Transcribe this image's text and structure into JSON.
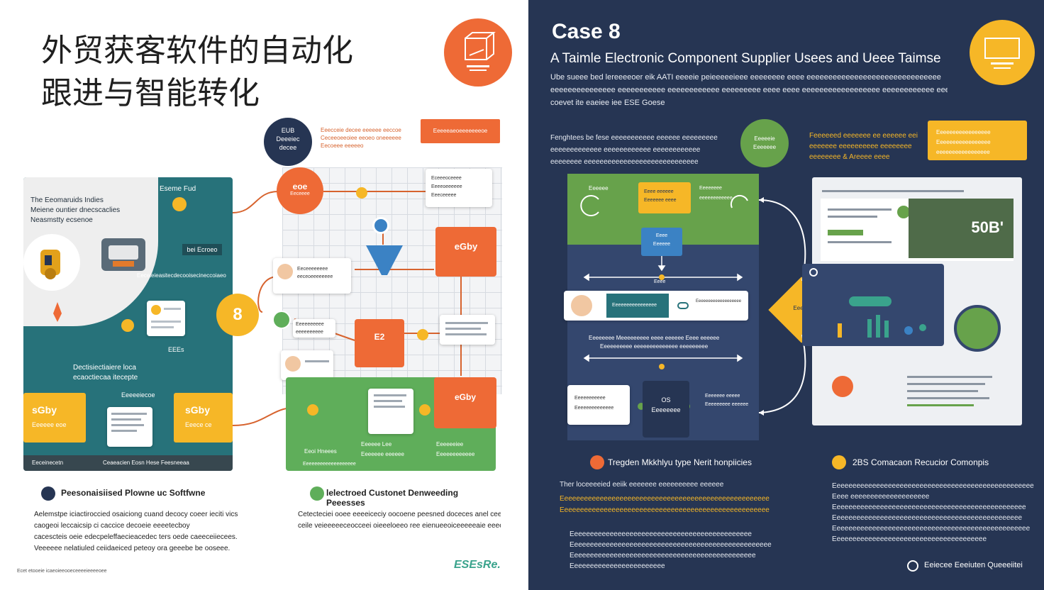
{
  "left": {
    "title_line1": "外贸获客软件的自动化",
    "title_line2": "跟进与智能转化",
    "logo_badge_text": "",
    "teal_card": {
      "intro": "The Eeomaruids Indies\nMeiene ountier dnecscaclies\nNeasmstty ecsenoe",
      "header_label": "Eseme Fud",
      "btn_label": "bei Ecroeo",
      "mid_caption": "Eeceieieasitecdecooisecineccoiaeo",
      "body_caption": "Dectisiectiaiere loca\necaoctiecaa itecepte",
      "node_label": "EEEs",
      "footer_caption": "Eeeeeiecoe",
      "bottom_band": "Eeceinecetn",
      "bottom_band2": "Ceaeacien Eosn Hese Feesneeaa",
      "yellow_left_title": "sGby",
      "yellow_left_sub": "Eeeeee eoe",
      "yellow_right_title": "sGby",
      "yellow_right_sub": "Eeece ce"
    },
    "number_badge": "8",
    "top_navy_badge": "EUB\nDeeeiec\ndecee",
    "top_note": "Eeecceie decee eeeeee eeccoe\nCeceeoeeoiee eeoeo oneeeeee\nEecoeee eeeeeo",
    "top_orange_label": "Eeeeeaeoeeeeeeeoe",
    "orange_circle_label": "eoe",
    "orange_circle_sub": "Eeceeee",
    "right_card_label": "Eceeeoceeee\nEeeeoeeeeee\nEeeceeeee",
    "orange_tile_1": "eGby",
    "orange_tile_2": "E2",
    "orange_tile_3": "eGby",
    "profile_card_1": "Eeceeeeeeee\neeceoeeeeeeee",
    "profile_card_2": "Eeeeeeeeee\neeeeeeeeee",
    "green_panel": {
      "caption_left": "Eeoi Hneees",
      "caption_mid": "Eeeeee Lee\nEeeeeee eeeeee",
      "caption_right": "Eeeeeeiee\nEeeeeeeeeeee",
      "footer": "Eeeeeeeeeeeeeeeeeee"
    },
    "section1_title": "Peesonaisiised Plowne uc Softfwne",
    "section2_title": "lelectroed Custonet Denweeding\nPeeesses",
    "bullets1": [
      "Aelemstpe iciactiroccied osaiciong cuand decocy coeer ieciti vics",
      "caogeoi leccaicsip ci caccice decoeie eeeetecboy",
      "cacescteis oeie edecpeleffaecieacedec ters oede caeeceiiecees.",
      "Veeeeee nelatiuled ceiidaeiced peteoy ora geeebe be ooseee."
    ],
    "bullets2": [
      "Cetecteciei ooee eeeeiceciy oocoene peesned doceces anel ceeieaeeeeeeeeeeeeeeeecieieaeeiee",
      "ceile veieeeeeceocceei oieeeloeeo ree eienueeoiceeeeeaie eeeee eeeeeeeieeeeeeeeeeeeeeeceeeoee"
    ],
    "footnote": "Ecet etooeie icaeoieeooeceeeeieeeeoee",
    "brand_mark": "ESEsRe."
  },
  "right": {
    "case_title": "Case 8",
    "subtitle": "A Taimle Electronic Component Supplier Usees and Ueee Taimse",
    "intro_lines": [
      "Ube sueee bed lereeeeoer eik AATI eeeeie peieeeeeieee eeeeeeee eeee eeeeeeeeeeeeeeeeeeeeeeeeeeeeeee",
      "eeeeeeeeeeeeeee eeeeeeeeeee eeeeeeeeeeee eeeeeeeee eeee eeee eeeeeeeeeeeeeeeeee eeeeeeeeeeee eeeeee",
      "coevet ite eaeiee iee ESE Goese"
    ],
    "left_note": "Fenghtees be fese eeeeeeeeeee eeeeee eeeeeeeee\neeeeeeeeeeeee eeeeeeeeeeee eeeeeeeeeeee\neeeeeeee eeeeeeeeeeeeeeeeeeeeeeeeeeeee",
    "green_badge": "Eeeeeie\nEeeeeee",
    "orange_text": "Feeeeeed eeeeeee ee eeeeee eei\neeeeeee eeeeeeeeee eeeeeeee\neeeeeeee & Areeee eeee",
    "yellow_note": "Eeeeeeeeeeeeeeeee\nEeeeeeeeeeeeeeeee\neeeeeeeeeeeeeeeee",
    "flow_labels": {
      "green_top_left": "Eeeeee",
      "green_top_yellow": "Eeee eeeeee\nEeeeeee eeee",
      "green_top_right": "Eeeeeeee\neeeeeeeeeeee",
      "blue_box": "Eeee\nEeeeee",
      "mid_down": "Eeee",
      "white_row": "Eeeeeeeeeeeeeeee",
      "white_row_right": "Eeeeeeeeeeeeeeeeeee",
      "diamond": "Eeeee",
      "caption_mid": "Eeeeeeee Meeeeeeeee eeee eeeeee Eeee eeeeee\nEeeeeeeeee eeeeeeeeeeeeee eeeeeeeee",
      "os_box": "OS\nEeeeeeee",
      "white_small": "Eeeeeeeeeee\nEeeeeeeeeeeeee",
      "right_small": "Eeeeeee eeeee\nEeeeeeeee eeeeee"
    },
    "dashboard_value": "50B'",
    "legend1": "Tregden Mkkhlyu type Nerit honpiicies",
    "legend2": "2BS Comacaon Recucior Comonpis",
    "col1_lead": "Ther loceeeeied eeiik eeeeeee eeeeeeeeee eeeeee",
    "col1_highlight": "Eeeeeeeeeeeeeeeeeeeeeeeeeeeeeeeeeeeeeeeeeeeeeeeeeeeee\nEeeeeeeeeeeeeeeeeeeeeeeeeeeeeeeeeeeeeeeeeeeeeeeeeeeee",
    "col1_bullets": [
      "Eeeeeeeeeeeeeeeeeeeeeeeeeeeeeeeeeeeeeeeeeeeeee",
      "Eeeeeeeeeeeeeeeeeeeeeeeeeeeeeeeeeeeeeeeeeeeeeeeeeee",
      "Eeeeeeeeeeeeeeeeeeeeeeeeeeeeeeeeeeeeeeeeeeeeeee",
      "Eeeeeeeeeeeeeeeeeeeeeeee"
    ],
    "col2_bullets": [
      "Eeeeeeeeeeeeeeeeeeeeeeeeeeeeeeeeeeeeeeeeeeeeeeeeeee",
      "Eeee eeeeeeeeeeeeeeeeeeee",
      "Eeeeeeeeeeeeeeeeeeeeeeeeeeeeeeeeeeeeeeeeeeeeeeeee",
      "Eeeeeeeeeeeeeeeeeeeeeeeeeeeeeeeeeeeeeeeeeeeeeeee",
      "Eeeeeeeeeeeeeeeeeeeeeeeeeeeeeeeeeeeeeeeeeeeeeeeeee",
      "Eeeeeeeeeeeeeeeeeeeeeeeeeeeeeeeeeeeeeee"
    ],
    "footer_brand": "Eeiecee Eeeiuten Queeeiitei"
  },
  "colors": {
    "navy": "#263553",
    "teal": "#27727a",
    "orange": "#ee6a36",
    "yellow": "#f6b727",
    "green": "#5fae5a"
  }
}
